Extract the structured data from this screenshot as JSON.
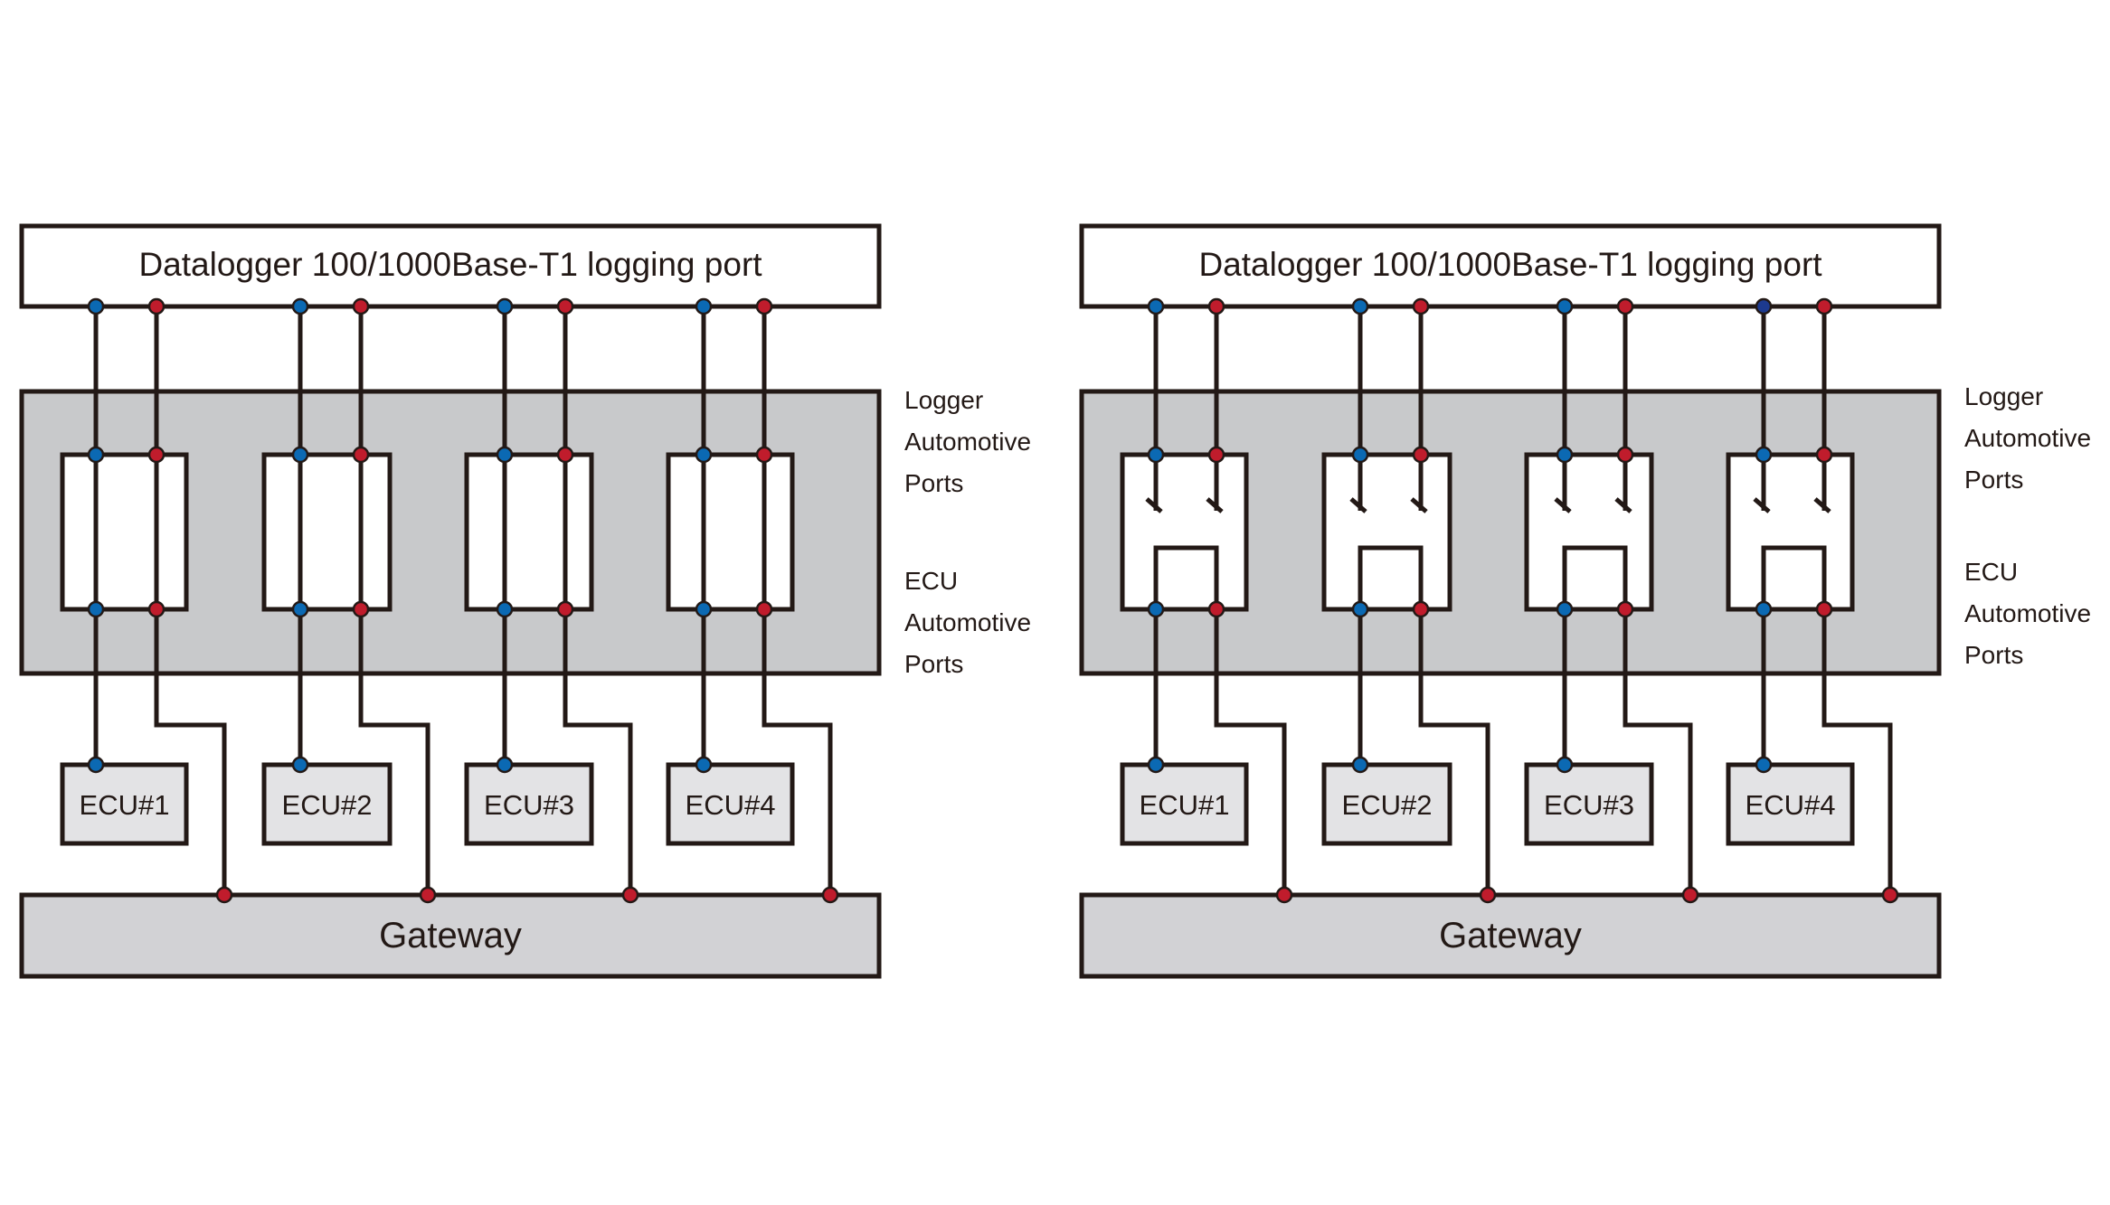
{
  "colors": {
    "line": "#231916",
    "port_blue": "#0b69b3",
    "port_blue_dark": "#1d3a8f",
    "port_red": "#c01c2c",
    "panel_gray": "#c8c9cb",
    "ecu_fill": "#e3e3e5",
    "gateway_fill": "#d2d2d5",
    "logger_fill": "#ffffff"
  },
  "diagrams": [
    {
      "id": "passthrough",
      "logger_title": "Datalogger 100/1000Base-T1 logging port",
      "mode": "direct",
      "labels": {
        "logger_ports": [
          "Logger",
          "Automotive",
          "Ports"
        ],
        "ecu_ports": [
          "ECU",
          "Automotive",
          "Ports"
        ]
      },
      "ecus": [
        "ECU#1",
        "ECU#2",
        "ECU#3",
        "ECU#4"
      ],
      "gateway": "Gateway",
      "dark_logger_dot_index": null
    },
    {
      "id": "switched",
      "logger_title": "Datalogger 100/1000Base-T1 logging port",
      "mode": "switch",
      "labels": {
        "logger_ports": [
          "Logger",
          "Automotive",
          "Ports"
        ],
        "ecu_ports": [
          "ECU",
          "Automotive",
          "Ports"
        ]
      },
      "ecus": [
        "ECU#1",
        "ECU#2",
        "ECU#3",
        "ECU#4"
      ],
      "gateway": "Gateway",
      "dark_logger_dot_index": 3
    }
  ]
}
